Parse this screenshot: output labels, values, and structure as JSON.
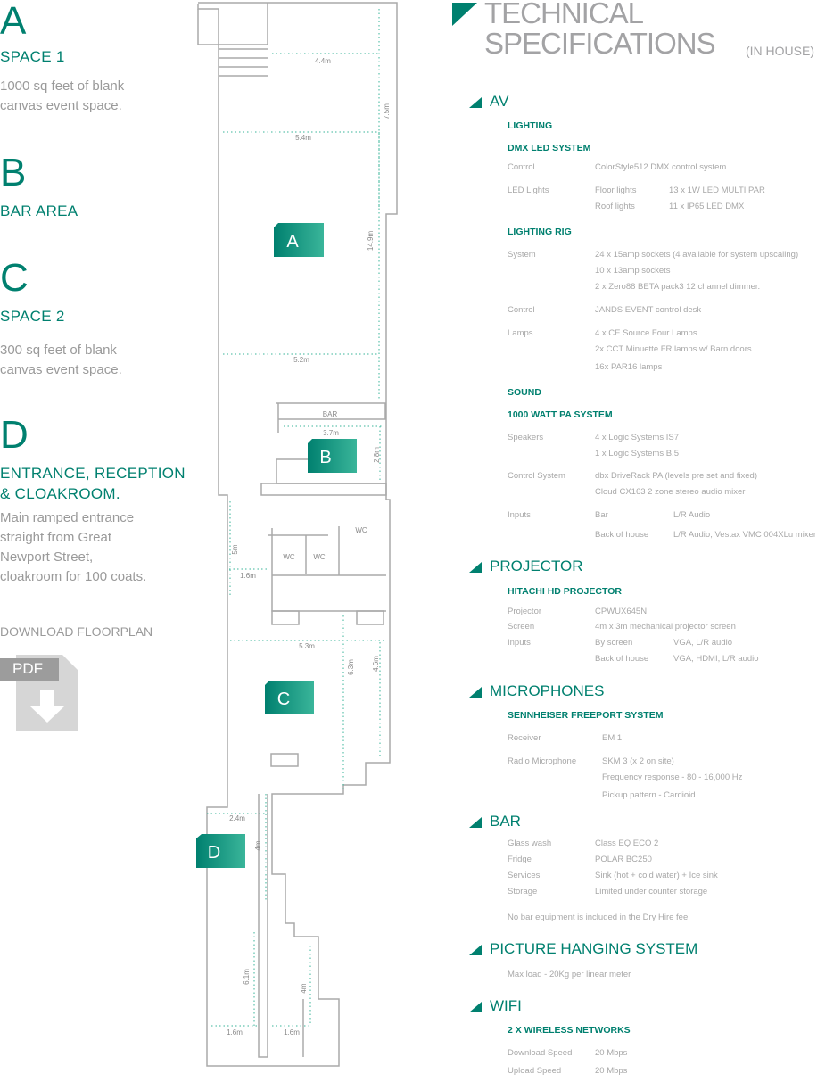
{
  "zones": [
    {
      "letter": "A",
      "title": "SPACE 1",
      "desc": [
        "1000 sq feet of blank",
        "canvas event space."
      ]
    },
    {
      "letter": "B",
      "title": "BAR AREA",
      "desc": []
    },
    {
      "letter": "C",
      "title": "SPACE 2",
      "desc": [
        "300 sq feet of blank",
        "canvas event space."
      ]
    },
    {
      "letter": "D",
      "title": "ENTRANCE, RECEPTION",
      "title2": "& CLOAKROOM.",
      "desc": [
        "Main ramped entrance",
        "straight from Great",
        "Newport Street,",
        "cloakroom for 100 coats."
      ]
    }
  ],
  "download": {
    "label": "DOWNLOAD FLOORPLAN",
    "pdf": "PDF",
    "icon": "pdf-download-icon"
  },
  "plan": {
    "bar": "BAR",
    "wc": "WC",
    "dims": [
      "4.4m",
      "7.5m",
      "5.4m",
      "14.9m",
      "5.2m",
      "3.7m",
      "2.8m",
      "5m",
      "1.6m",
      "5.3m",
      "6.3m",
      "4.6m",
      "2.4m",
      "4m",
      "6.1m",
      "4m",
      "1.6m",
      "1.6m"
    ]
  },
  "colors": {
    "accent": "#00806f",
    "accent_light": "#3ab59a",
    "grey": "#a3a3a5"
  },
  "specs": {
    "title1": "TECHNICAL",
    "title2": "SPECIFICATIONS",
    "title_note": "(IN HOUSE)",
    "av": "AV",
    "lighting": "LIGHTING",
    "dmx": "DMX LED SYSTEM",
    "dmx_rows": [
      [
        "Control",
        "ColorStyle512 DMX control system",
        ""
      ],
      [
        "LED Lights",
        "Floor lights",
        "13 x 1W LED MULTI PAR"
      ],
      [
        "",
        "Roof lights",
        "11 x IP65 LED DMX"
      ]
    ],
    "rig": "LIGHTING RIG",
    "rig_rows": [
      [
        "System",
        "24 x 15amp sockets (4 available for system upscaling)"
      ],
      [
        "",
        "10 x 13amp sockets"
      ],
      [
        "",
        "2 x Zero88 BETA pack3 12 channel dimmer."
      ],
      [
        "Control",
        "JANDS EVENT control desk"
      ],
      [
        "Lamps",
        "4 x CE Source Four Lamps"
      ],
      [
        "",
        "2x CCT Minuette FR lamps w/ Barn doors"
      ],
      [
        "",
        "16x PAR16 lamps"
      ]
    ],
    "sound": "SOUND",
    "pa": "1000 WATT PA SYSTEM",
    "pa_rows": [
      [
        "Speakers",
        "4 x Logic Systems IS7",
        ""
      ],
      [
        "",
        "1 x Logic Systems B.5",
        ""
      ],
      [
        "Control System",
        "dbx DriveRack PA (levels pre set and fixed)",
        ""
      ],
      [
        "",
        "Cloud CX163 2 zone stereo audio mixer",
        ""
      ],
      [
        "Inputs",
        "Bar",
        "L/R Audio"
      ],
      [
        "",
        "Back of house",
        "L/R Audio, Vestax VMC 004XLu mixer"
      ]
    ],
    "projector": "PROJECTOR",
    "hitachi": "HITACHI HD PROJECTOR",
    "proj_rows": [
      [
        "Projector",
        "CPWUX645N",
        ""
      ],
      [
        "Screen",
        "4m x 3m mechanical projector screen",
        ""
      ],
      [
        "Inputs",
        "By screen",
        "VGA,  L/R audio"
      ],
      [
        "",
        "Back of house",
        "VGA, HDMI, L/R audio"
      ]
    ],
    "mics": "MICROPHONES",
    "senn": "SENNHEISER FREEPORT SYSTEM",
    "mic_rows": [
      [
        "Receiver",
        "EM 1"
      ],
      [
        "Radio Microphone",
        "SKM 3 (x 2 on site)"
      ],
      [
        "",
        "Frequency response - 80 - 16,000 Hz"
      ],
      [
        "",
        "Pickup pattern - Cardioid"
      ]
    ],
    "bar": "BAR",
    "bar_rows": [
      [
        "Glass wash",
        "Class EQ ECO 2"
      ],
      [
        "Fridge",
        "POLAR BC250"
      ],
      [
        "Services",
        "Sink (hot + cold water) + Ice sink"
      ],
      [
        "Storage",
        "Limited under counter storage"
      ]
    ],
    "bar_note": "No bar equipment is included in the Dry Hire fee",
    "picture": "PICTURE HANGING SYSTEM",
    "picture_note": "Max load - 20Kg per linear meter",
    "wifi": "WIFI",
    "wifi_sub": "2 X WIRELESS NETWORKS",
    "wifi_rows": [
      [
        "Download Speed",
        "20 Mbps"
      ],
      [
        "Upload Speed",
        "20 Mbps"
      ]
    ]
  }
}
